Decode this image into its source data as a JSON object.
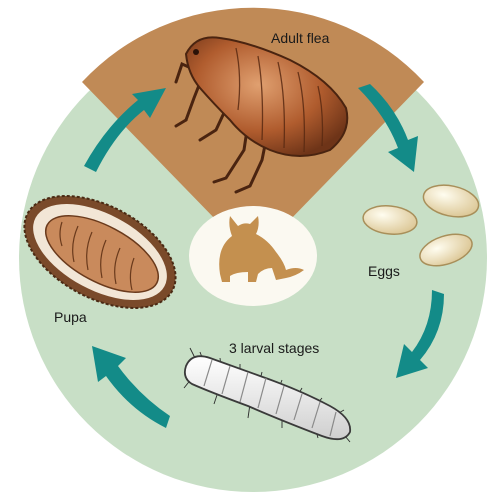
{
  "diagram": {
    "stages": {
      "adult": "Adult flea",
      "eggs": "Eggs",
      "larva": "3 larval stages",
      "pupa": "Pupa"
    },
    "host_icon": "cat-silhouette-icon",
    "colors": {
      "circle": "#c8dfc6",
      "wedge": "#c08a56",
      "arrow": "#138b88",
      "flea": "#a0552c",
      "egg": "#f3e8c6",
      "pupa_case": "#7a4a2a",
      "cat": "#c4904f"
    }
  }
}
